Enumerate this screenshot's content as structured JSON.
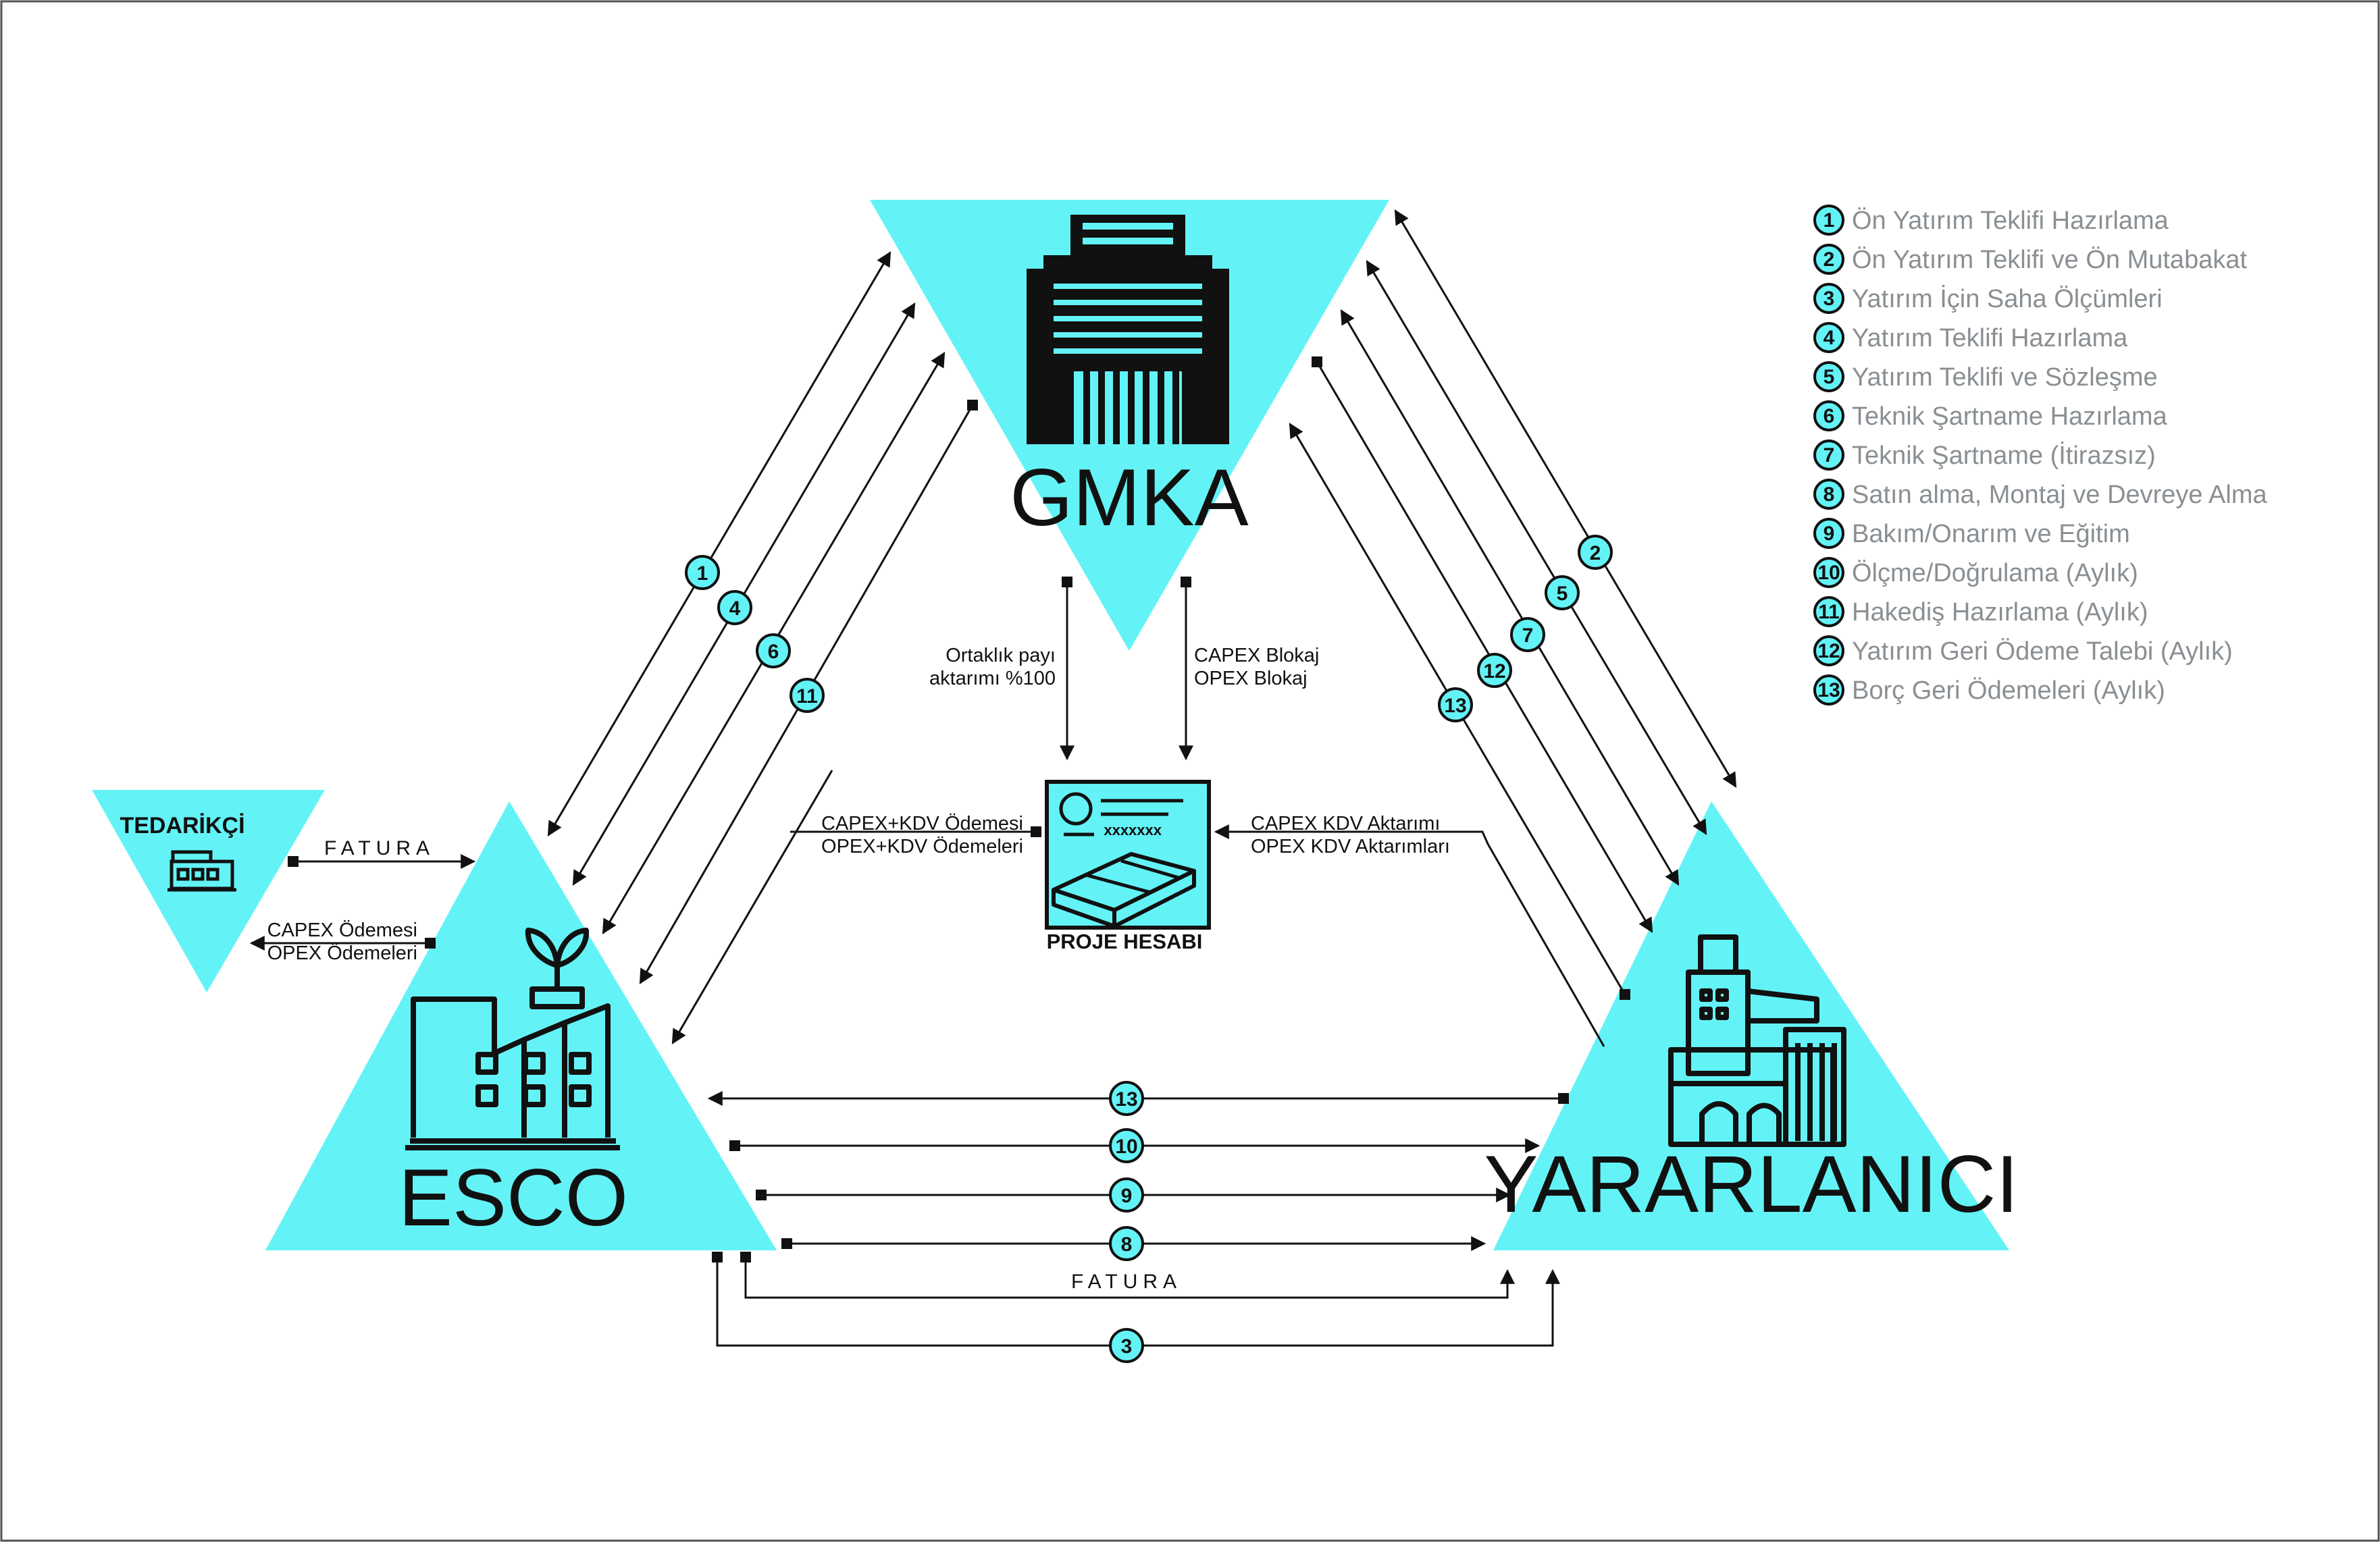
{
  "colors": {
    "cyan": "#63f3f6",
    "ink": "#111111",
    "legend_text": "#8a8f93"
  },
  "nodes": {
    "gmka": "GMKA",
    "esco": "ESCO",
    "yararlanici": "YARARLANICI",
    "tedarikci": "TEDARİKÇİ",
    "proje_hesabi": "PROJE HESABI",
    "account_mask": "xxxxxxx"
  },
  "legend": [
    {
      "num": "1",
      "text": "Ön Yatırım Teklifi Hazırlama"
    },
    {
      "num": "2",
      "text": "Ön Yatırım Teklifi ve Ön Mutabakat"
    },
    {
      "num": "3",
      "text": "Yatırım İçin Saha Ölçümleri"
    },
    {
      "num": "4",
      "text": "Yatırım Teklifi Hazırlama"
    },
    {
      "num": "5",
      "text": "Yatırım Teklifi ve Sözleşme"
    },
    {
      "num": "6",
      "text": "Teknik Şartname Hazırlama"
    },
    {
      "num": "7",
      "text": "Teknik Şartname (İtirazsız)"
    },
    {
      "num": "8",
      "text": "Satın alma, Montaj ve Devreye Alma"
    },
    {
      "num": "9",
      "text": "Bakım/Onarım ve Eğitim"
    },
    {
      "num": "10",
      "text": "Ölçme/Doğrulama (Aylık)"
    },
    {
      "num": "11",
      "text": "Hakediş Hazırlama (Aylık)"
    },
    {
      "num": "12",
      "text": "Yatırım Geri Ödeme Talebi (Aylık)"
    },
    {
      "num": "13",
      "text": "Borç Geri Ödemeleri (Aylık)"
    }
  ],
  "flows": {
    "ortaklik_1": "Ortaklık payı",
    "ortaklik_2": "aktarımı %100",
    "capex_blokaj": "CAPEX Blokaj",
    "opex_blokaj": "OPEX Blokaj",
    "esco_payment_1": "CAPEX+KDV Ödemesi",
    "esco_payment_2": "OPEX+KDV Ödemeleri",
    "kdv_1": "CAPEX KDV Aktarımı",
    "kdv_2": "OPEX KDV Aktarımları",
    "fatura": "FATURA",
    "supplier_payment_1": "CAPEX Ödemesi",
    "supplier_payment_2": "OPEX Ödemeleri"
  },
  "badges": {
    "b1": "1",
    "b2": "2",
    "b3": "3",
    "b4": "4",
    "b5": "5",
    "b6": "6",
    "b7": "7",
    "b8": "8",
    "b9": "9",
    "b10": "10",
    "b11": "11",
    "b12": "12",
    "b13": "13"
  }
}
